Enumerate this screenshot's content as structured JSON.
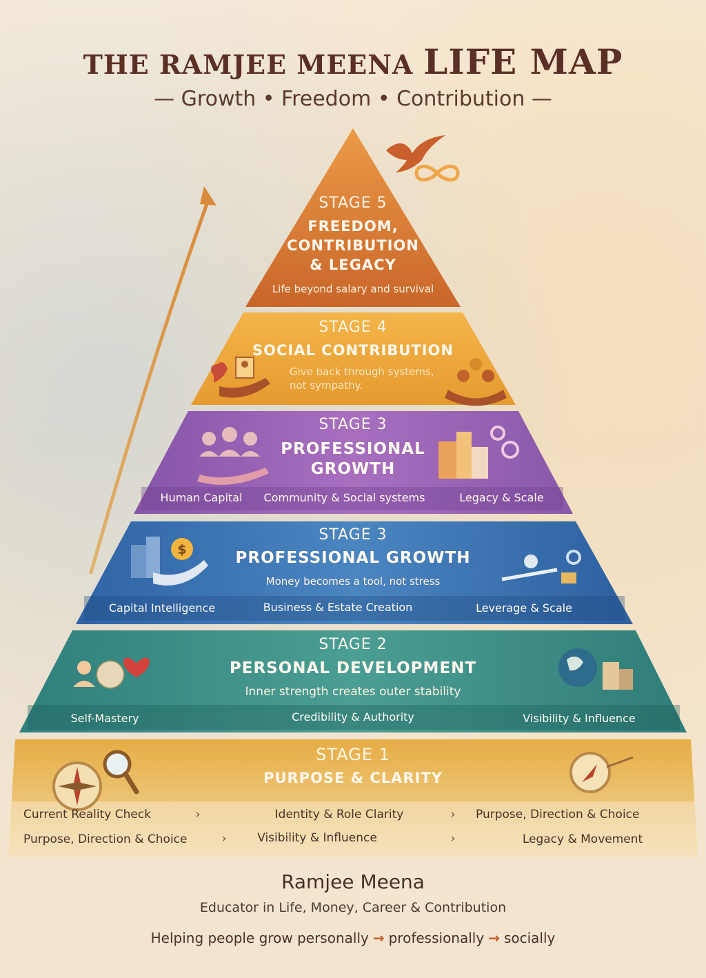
{
  "header": {
    "title_part1": "THE RAMJEE MEENA",
    "title_part2": "LIFE MAP",
    "subtitle": "— Growth • Freedom • Contribution —"
  },
  "stages": [
    {
      "number": "STAGE 5",
      "name_lines": [
        "FREEDOM,",
        "CONTRIBUTION",
        "& LEGACY"
      ],
      "tagline": "Life beyond salary and survival",
      "color": "#d9792f"
    },
    {
      "number": "STAGE 4",
      "name": "SOCIAL CONTRIBUTION",
      "tagline_lines": [
        "Give back through systems,",
        "not sympathy."
      ],
      "color": "#eea53a"
    },
    {
      "number": "STAGE 3",
      "name_lines": [
        "PROFESSIONAL",
        "GROWTH"
      ],
      "pillars": [
        "Human Capital",
        "Community & Social systems",
        "Legacy & Scale"
      ],
      "color": "#9b63b3"
    },
    {
      "number": "STAGE 3",
      "name": "PROFESSIONAL GROWTH",
      "tagline": "Money becomes a tool, not stress",
      "pillars": [
        "Capital Intelligence",
        "Business & Estate Creation",
        "Leverage & Scale"
      ],
      "color": "#3f78b8"
    },
    {
      "number": "STAGE 2",
      "name": "PERSONAL DEVELOPMENT",
      "tagline": "Inner strength creates outer stability",
      "pillars": [
        "Self-Mastery",
        "Credibility & Authority",
        "Visibility & Influence"
      ],
      "color": "#3b8f88"
    },
    {
      "number": "STAGE 1",
      "name": "PURPOSE & CLARITY",
      "flow_row1": [
        "Current Reality Check",
        "Identity & Role Clarity",
        "Purpose, Direction & Choice"
      ],
      "flow_row2": [
        "Purpose, Direction & Choice",
        "Visibility & Influence",
        "Legacy & Movement"
      ],
      "chevron": "›",
      "color": "#e7b54e"
    }
  ],
  "footer": {
    "author": "Ramjee Meena",
    "role": "Educator in Life, Money, Career & Contribution",
    "mission_parts": [
      "Helping people grow personally",
      "professionally",
      "socially"
    ],
    "arrow": "→"
  },
  "icons": [
    "bird-icon",
    "infinity-icon",
    "heart-hand-icon",
    "people-icon",
    "buildings-icon",
    "gear-icon",
    "dollar-coin-icon",
    "heart-icon",
    "brain-icon",
    "globe-icon",
    "compass-icon",
    "magnifier-icon",
    "growth-arrow-icon"
  ]
}
